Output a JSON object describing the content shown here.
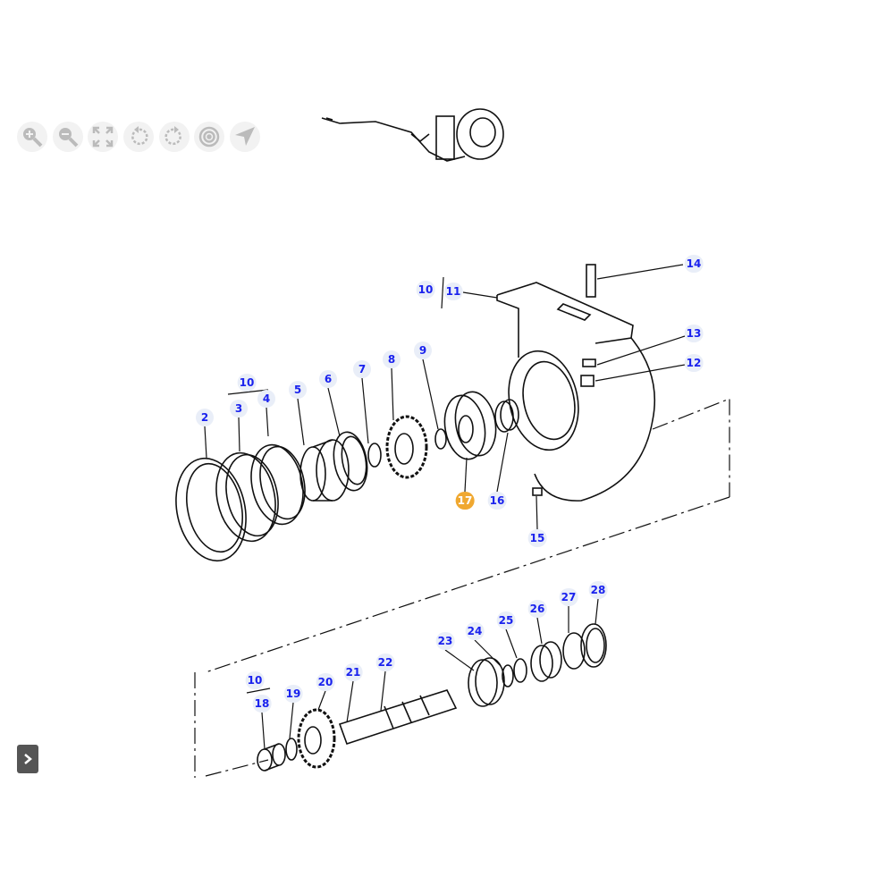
{
  "toolbar": {
    "buttons": [
      {
        "name": "zoom-in",
        "icon": "zoom-in-icon"
      },
      {
        "name": "zoom-out",
        "icon": "zoom-out-icon"
      },
      {
        "name": "fit-screen",
        "icon": "expand-icon"
      },
      {
        "name": "rotate-left",
        "icon": "rotate-left-icon"
      },
      {
        "name": "rotate-right",
        "icon": "rotate-right-icon"
      },
      {
        "name": "center",
        "icon": "target-icon"
      },
      {
        "name": "pointer",
        "icon": "navigation-arrow-icon"
      }
    ]
  },
  "colors": {
    "label_text": "#1a22ee",
    "label_bg": "#e9eef8",
    "selected_bg": "#f0a830"
  },
  "callouts": [
    "14",
    "10",
    "11",
    "13",
    "12",
    "9",
    "8",
    "7",
    "6",
    "5",
    "10",
    "4",
    "3",
    "2",
    "17",
    "16",
    "15",
    "28",
    "27",
    "26",
    "25",
    "24",
    "23",
    "22",
    "21",
    "20",
    "10",
    "19",
    "18"
  ],
  "selected_callout": "17"
}
